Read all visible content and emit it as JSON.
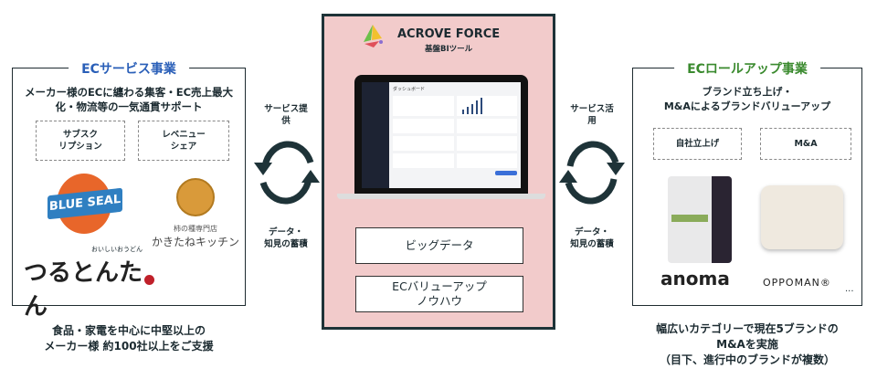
{
  "left": {
    "title": "ECサービス事業",
    "subtitle": "メーカー様のECに纏わる集客・EC売上最大\n化・物流等の一気通貫サポート",
    "boxes": [
      "サブスク\nリプション",
      "レベニュー\nシェア"
    ],
    "logos": {
      "blue_seal": "BLUE SEAL",
      "kakitane_small": "柿の種専門店",
      "kakitane": "かきたねキッチン",
      "tsurutontan": "つるとんたん",
      "tsurutontan_top": "おいしいおうどん"
    },
    "caption": "食品・家電を中心に中堅以上の\nメーカー様 約100社以上をご支援",
    "title_color": "#2a5fb8"
  },
  "left_cycle": {
    "top": "サービス提\n供",
    "bottom": "データ・\n知見の蓄積"
  },
  "center": {
    "brand": "ACROVE FORCE",
    "tagline": "基盤BIツール",
    "dashboard_title": "ダッシュボード",
    "boxes": [
      "ビッグデータ",
      "ECバリューアップ\nノウハウ"
    ],
    "bg_color": "#f2cbcb"
  },
  "right_cycle": {
    "top": "サービス活\n用",
    "bottom": "データ・\n知見の蓄積"
  },
  "right": {
    "title": "ECロールアップ事業",
    "subtitle": "ブランド立ち上げ・\nM&Aによるブランドバリューアップ",
    "boxes": [
      "自社立上げ",
      "M&A"
    ],
    "logos": {
      "anoma": "anoma",
      "oppoman": "OPPOMAN®",
      "more": "..."
    },
    "caption": "幅広いカテゴリーで現在5ブランドの\nM&Aを実施\n（目下、進行中のブランドが複数）",
    "title_color": "#3a8a2e"
  }
}
